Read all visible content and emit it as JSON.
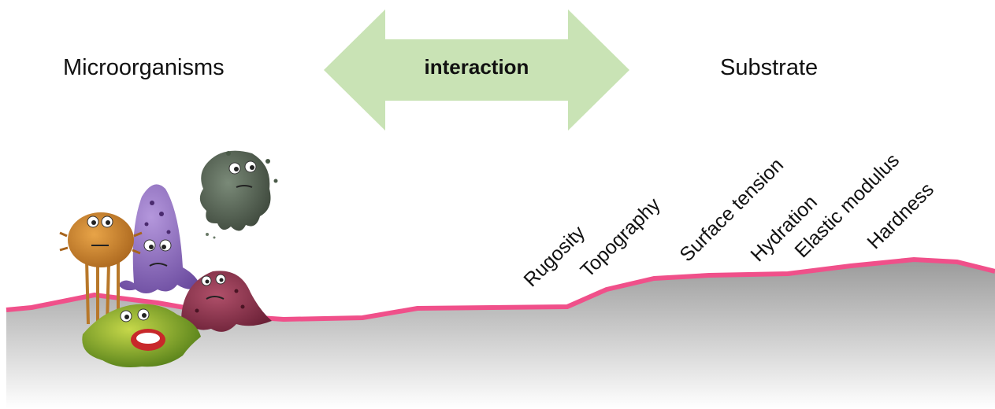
{
  "labels": {
    "microorganisms": "Microorganisms",
    "interaction": "interaction",
    "substrate": "Substrate"
  },
  "properties": [
    "Rugosity",
    "Topography",
    "Surface tension",
    "Hydration",
    "Elastic modulus",
    "Hardness"
  ],
  "colors": {
    "arrow": "#c9e3b5",
    "surface_line": "#f0508a",
    "substrate_top": "#9a9a9a",
    "substrate_bottom": "#ffffff"
  },
  "illustrations": [
    "orange-microbe-icon",
    "purple-microbe-icon",
    "grey-microbe-icon",
    "maroon-microbe-icon",
    "green-microbe-icon"
  ]
}
